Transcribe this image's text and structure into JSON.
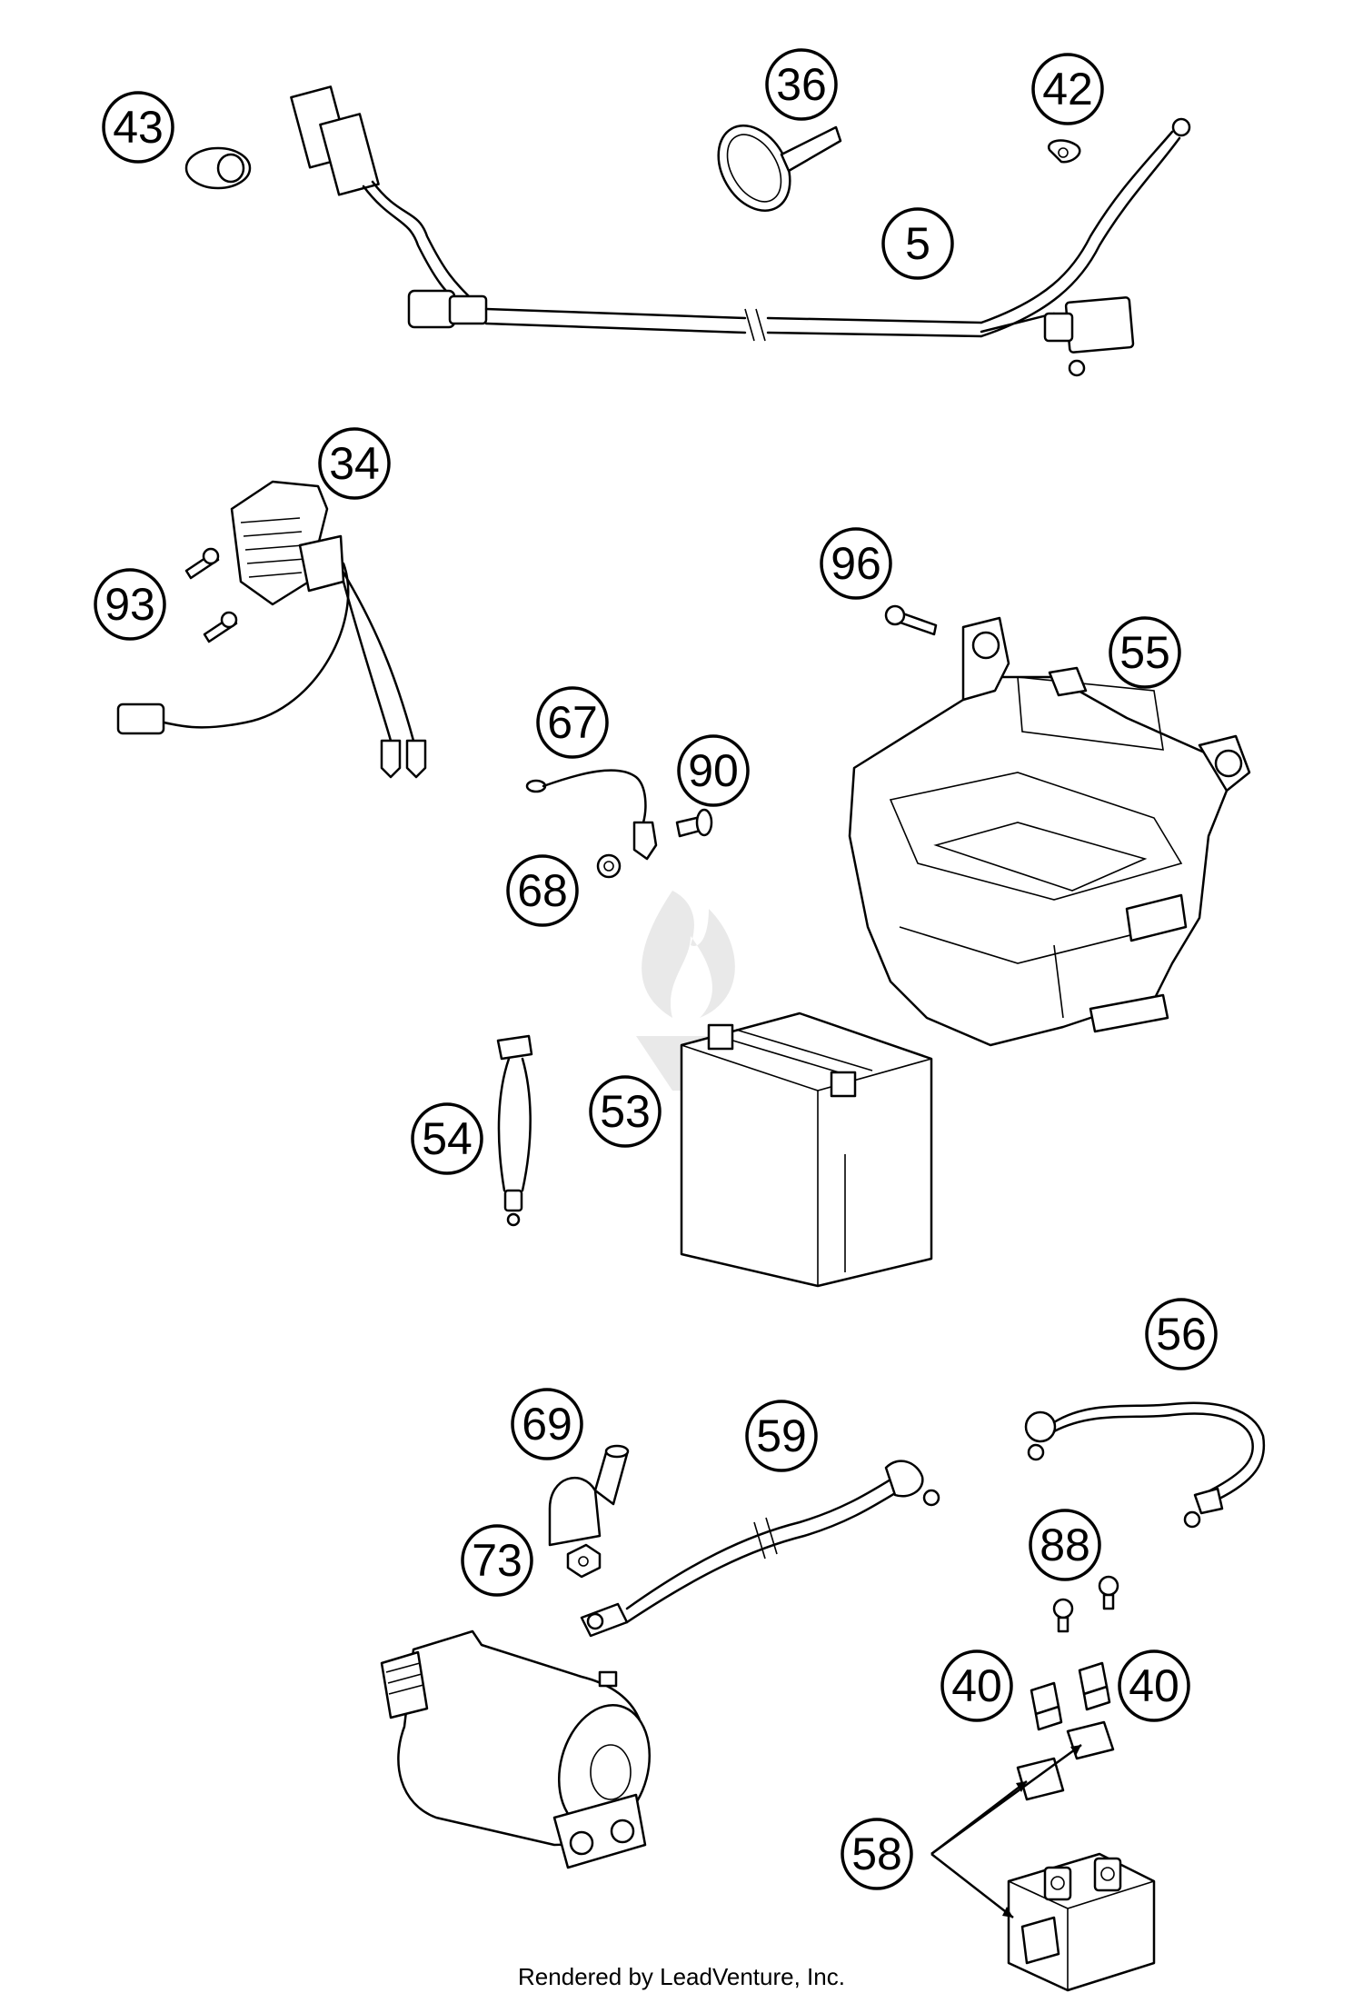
{
  "callouts": [
    {
      "id": "c43",
      "label": "43"
    },
    {
      "id": "c36",
      "label": "36"
    },
    {
      "id": "c42",
      "label": "42"
    },
    {
      "id": "c5",
      "label": "5"
    },
    {
      "id": "c34",
      "label": "34"
    },
    {
      "id": "c93",
      "label": "93"
    },
    {
      "id": "c96",
      "label": "96"
    },
    {
      "id": "c55",
      "label": "55"
    },
    {
      "id": "c67",
      "label": "67"
    },
    {
      "id": "c90",
      "label": "90"
    },
    {
      "id": "c68",
      "label": "68"
    },
    {
      "id": "c54",
      "label": "54"
    },
    {
      "id": "c53",
      "label": "53"
    },
    {
      "id": "c56",
      "label": "56"
    },
    {
      "id": "c69",
      "label": "69"
    },
    {
      "id": "c59",
      "label": "59"
    },
    {
      "id": "c73",
      "label": "73"
    },
    {
      "id": "c88",
      "label": "88"
    },
    {
      "id": "c40a",
      "label": "40"
    },
    {
      "id": "c40b",
      "label": "40"
    },
    {
      "id": "c58",
      "label": "58"
    }
  ],
  "footer": {
    "credit": "Rendered by LeadVenture, Inc."
  }
}
